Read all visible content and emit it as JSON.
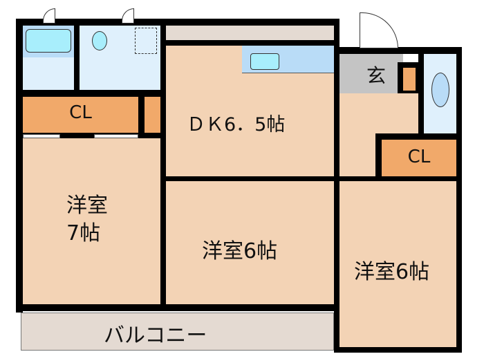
{
  "rooms": {
    "dk": "ＤＫ6．5帖",
    "western_left_line1": "洋室",
    "western_left_line2": "7帖",
    "western_middle": "洋室6帖",
    "western_right": "洋室6帖",
    "closet_left": "CL",
    "closet_right": "CL",
    "entrance": "玄",
    "balcony": "バルコニー"
  },
  "colors": {
    "room": "#f3d3b5",
    "closet": "#f1a96a",
    "wet": "#dff0fc",
    "entrance": "#c4c4c4",
    "balcony": "#e4dad2"
  }
}
